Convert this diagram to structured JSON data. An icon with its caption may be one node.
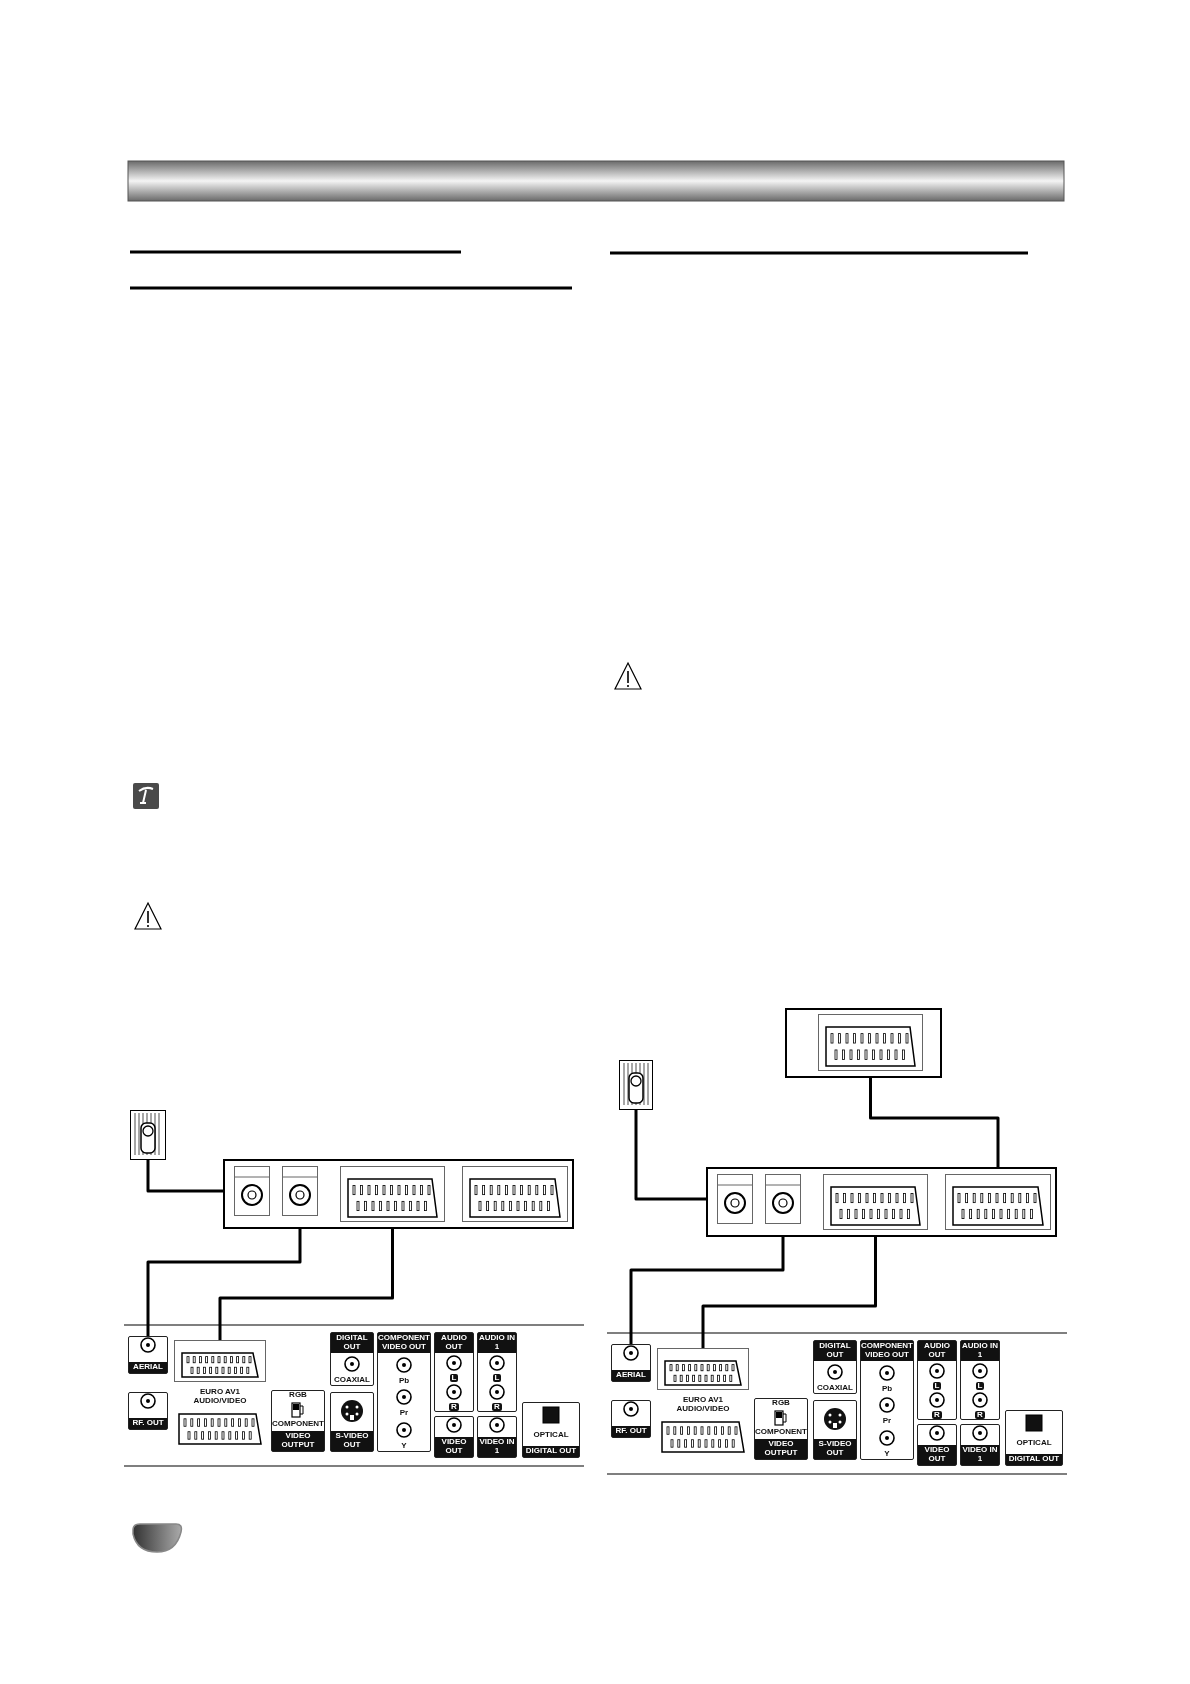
{
  "diagram": {
    "nodes": [
      {
        "text": [],
        "shape": "picture"
      },
      {
        "text": [],
        "shape": "box"
      },
      {
        "text": [],
        "shape": "circle",
        "in": 1
      },
      {
        "text": [],
        "shape": "circle",
        "in": 1
      },
      {
        "text": [],
        "shape": "box",
        "in": 1
      },
      {
        "text": [],
        "shape": "box",
        "in": 1
      },
      {
        "text": [
          "AERIAL"
        ]
      },
      {
        "text": [],
        "shape": "box"
      },
      {
        "text": [
          "RF. OUT"
        ]
      },
      {
        "text": [
          "EURO AV1 AUDIO/VIDEO"
        ]
      },
      {
        "text": [
          "RGB",
          "COMPONENT",
          "VIDEO OUTPUT"
        ]
      },
      {
        "text": [
          "DIGITAL OUT",
          "COAXIAL"
        ]
      },
      {
        "text": [
          "COMPONENT VIDEO OUT",
          "Pb",
          "Pr",
          "Y"
        ]
      },
      {
        "text": [
          "AUDIO OUT",
          "L",
          "R"
        ]
      },
      {
        "text": [
          "AUDIO IN 1",
          "L",
          "R"
        ]
      },
      {
        "text": [
          "S-VIDEO OUT"
        ]
      },
      {
        "text": [
          "VIDEO OUT"
        ]
      },
      {
        "text": [
          "VIDEO IN 1"
        ]
      },
      {
        "text": [
          "OPTICAL",
          "DIGITAL OUT"
        ]
      },
      {
        "text": [],
        "shape": "picture"
      },
      {
        "text": [],
        "shape": "box"
      },
      {
        "text": [],
        "shape": "circle",
        "in": 20
      },
      {
        "text": [],
        "shape": "circle",
        "in": 20
      },
      {
        "text": [],
        "shape": "box",
        "in": 20
      },
      {
        "text": [],
        "shape": "box",
        "in": 20
      },
      {
        "text": [
          "AERIAL"
        ]
      },
      {
        "text": [],
        "shape": "box"
      },
      {
        "text": [
          "RF. OUT"
        ]
      },
      {
        "text": [
          "EURO AV1 AUDIO/VIDEO"
        ]
      },
      {
        "text": [
          "RGB",
          "COMPONENT",
          "VIDEO OUTPUT"
        ]
      },
      {
        "text": [
          "DIGITAL OUT",
          "COAXIAL"
        ]
      },
      {
        "text": [
          "COMPONENT VIDEO OUT",
          "Pb",
          "Pr",
          "Y"
        ]
      },
      {
        "text": [
          "AUDIO OUT",
          "L",
          "R"
        ]
      },
      {
        "text": [
          "AUDIO IN 1",
          "L",
          "R"
        ]
      },
      {
        "text": [
          "S-VIDEO OUT"
        ]
      },
      {
        "text": [
          "VIDEO OUT"
        ]
      },
      {
        "text": [
          "VIDEO IN 1"
        ]
      },
      {
        "text": [
          "OPTICAL",
          "DIGITAL OUT"
        ]
      },
      {
        "text": [],
        "shape": "box"
      },
      {
        "text": [],
        "shape": "box",
        "in": 38
      }
    ],
    "edges": [
      {
        "from": 0,
        "to": 2,
        "arrow": "none"
      },
      {
        "from": 3,
        "to": 6,
        "arrow": "none"
      },
      {
        "from": 4,
        "to": 7,
        "arrow": "none"
      },
      {
        "from": 19,
        "to": 21,
        "arrow": "none"
      },
      {
        "from": 22,
        "to": 25,
        "arrow": "none"
      },
      {
        "from": 23,
        "to": 26,
        "arrow": "none"
      },
      {
        "from": 24,
        "to": 39,
        "arrow": "none"
      }
    ]
  }
}
